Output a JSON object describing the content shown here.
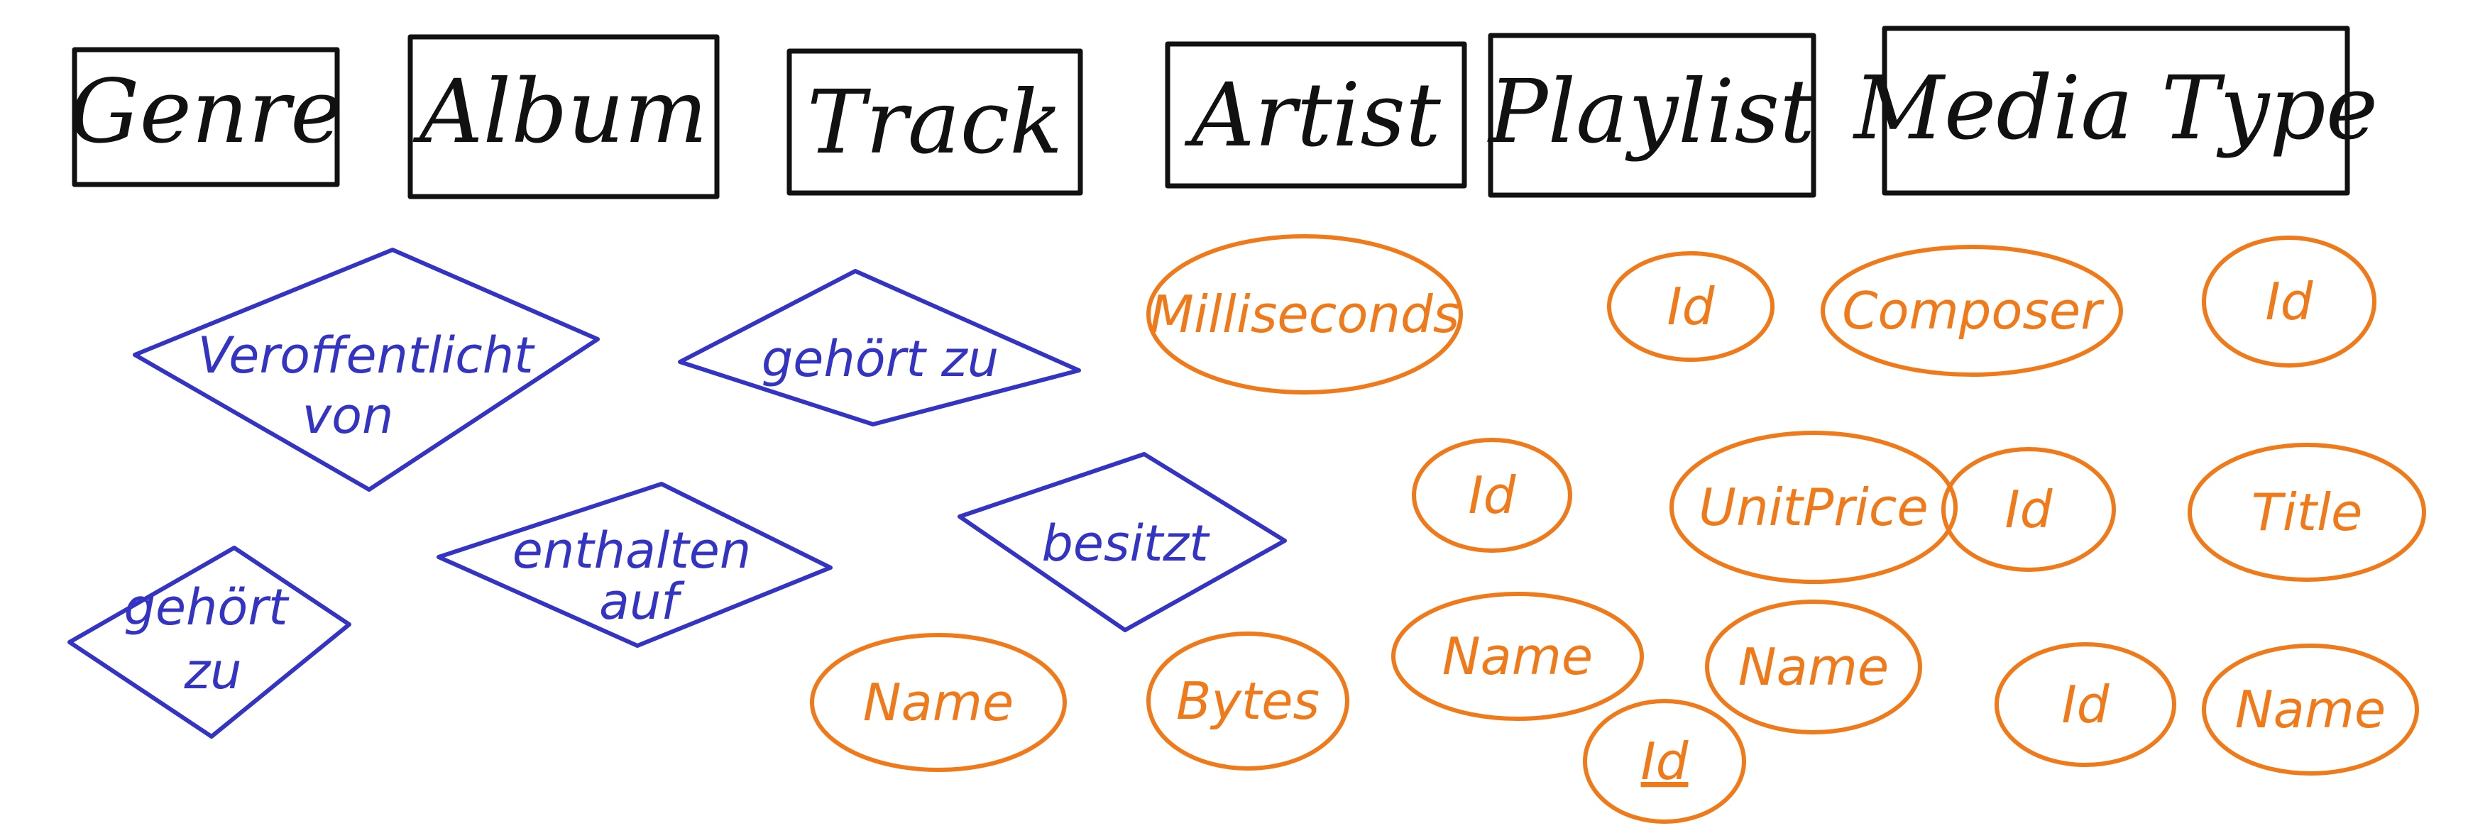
{
  "colors": {
    "entity": "#111111",
    "relationship": "#3434c4",
    "attribute": "#f07a1a",
    "background": "#ffffff"
  },
  "entities": [
    {
      "label": "Genre"
    },
    {
      "label": "Album"
    },
    {
      "label": "Track"
    },
    {
      "label": "Artist"
    },
    {
      "label": "Playlist"
    },
    {
      "label": "Media Type"
    }
  ],
  "relationships": [
    {
      "lines": [
        "Veroffentlicht",
        "von"
      ]
    },
    {
      "lines": [
        "gehört zu"
      ]
    },
    {
      "lines": [
        "enthalten",
        "auf"
      ]
    },
    {
      "lines": [
        "besitzt"
      ]
    },
    {
      "lines": [
        "gehört",
        "zu"
      ]
    }
  ],
  "attributes": [
    {
      "label": "Milliseconds"
    },
    {
      "label": "Id"
    },
    {
      "label": "Composer"
    },
    {
      "label": "Id"
    },
    {
      "label": "Id"
    },
    {
      "label": "UnitPrice"
    },
    {
      "label": "Id"
    },
    {
      "label": "Title"
    },
    {
      "label": "Name"
    },
    {
      "label": "Bytes"
    },
    {
      "label": "Name"
    },
    {
      "label": "Name"
    },
    {
      "label": "Id",
      "underlined": true
    },
    {
      "label": "Id"
    },
    {
      "label": "Name"
    }
  ]
}
